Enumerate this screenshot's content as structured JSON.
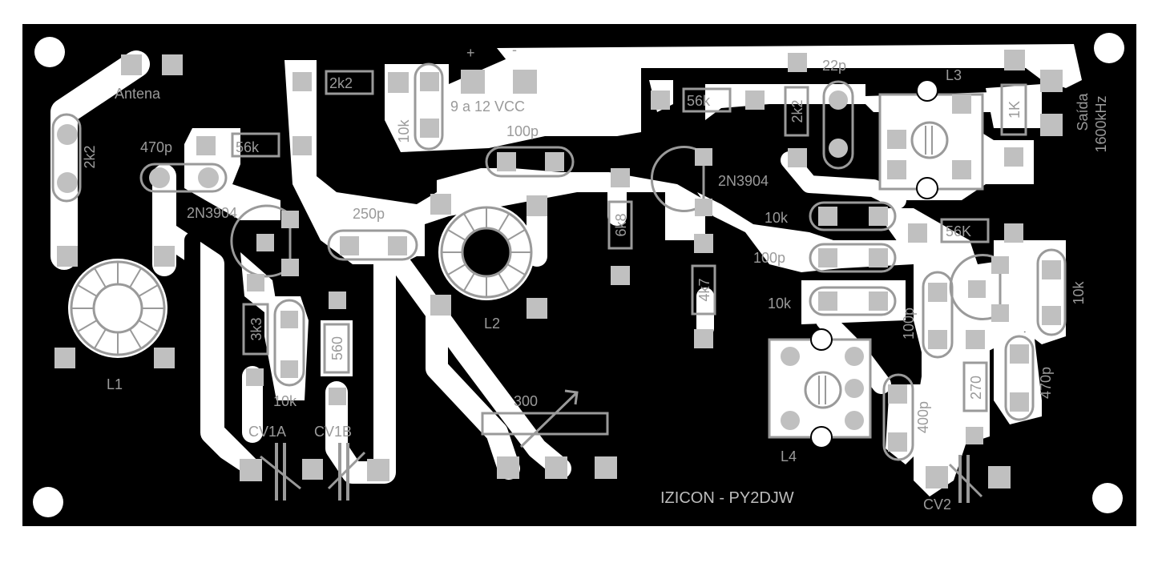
{
  "board": {
    "credit": "IZICON - PY2DJW",
    "background_color": "#000000",
    "copper_color": "#ffffff",
    "pad_color": "#c0c0c0",
    "silk_color": "#9a9a9a"
  },
  "labels": {
    "antena": "Antena",
    "r_2k2_left": "2k2",
    "c_470p_left": "470p",
    "r_56k_left": "56k",
    "q1": "2N3904",
    "r_2k2_top": "2k2",
    "power_plus": "+",
    "power_minus": "-",
    "power_range": "9 a 12 VCC",
    "r_10k_top": "10k",
    "c_100p_top": "100p",
    "c_250p": "250p",
    "r_3k3": "3k3",
    "r_10k_mid": "10k",
    "r_560": "560",
    "l1": "L1",
    "l2": "L2",
    "cv1a": "CV1A",
    "cv1b": "CV1B",
    "c_300": "300",
    "r_6k8": "6k8",
    "r_4k7": "4k7",
    "r_56k_top": "56k",
    "q2": "2N3904",
    "r_2k2_right": "2k2",
    "c_22p": "22p",
    "l3": "L3",
    "r_1k": "1K",
    "output": "Saída",
    "freq": "1600kHz",
    "r_10k_a": "10k",
    "c_100p_a": "100p",
    "r_10k_b": "10k",
    "r_56K": "56K",
    "c_100p_v": "100p",
    "r_10k_right": "10k",
    "c_400p": "400p",
    "r_270": "270",
    "c_470p_right": "470p",
    "l4": "L4",
    "cv2": "CV2"
  }
}
